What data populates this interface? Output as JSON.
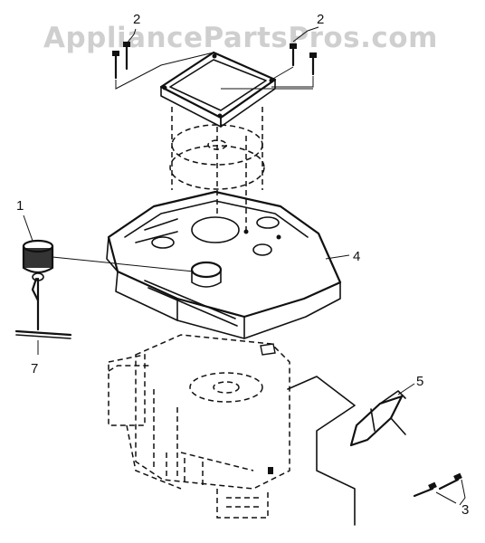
{
  "watermark": "AppliancePartsPros.com",
  "callouts": {
    "screw_top_left": "2",
    "screw_top_right": "2",
    "shroud": "4",
    "bracket": "5",
    "screws_bottom": "3",
    "dipstick": "7",
    "dipstick_top_mark": "1"
  },
  "colors": {
    "line": "#111111",
    "watermark": "#cfcfcf",
    "background": "#ffffff"
  }
}
